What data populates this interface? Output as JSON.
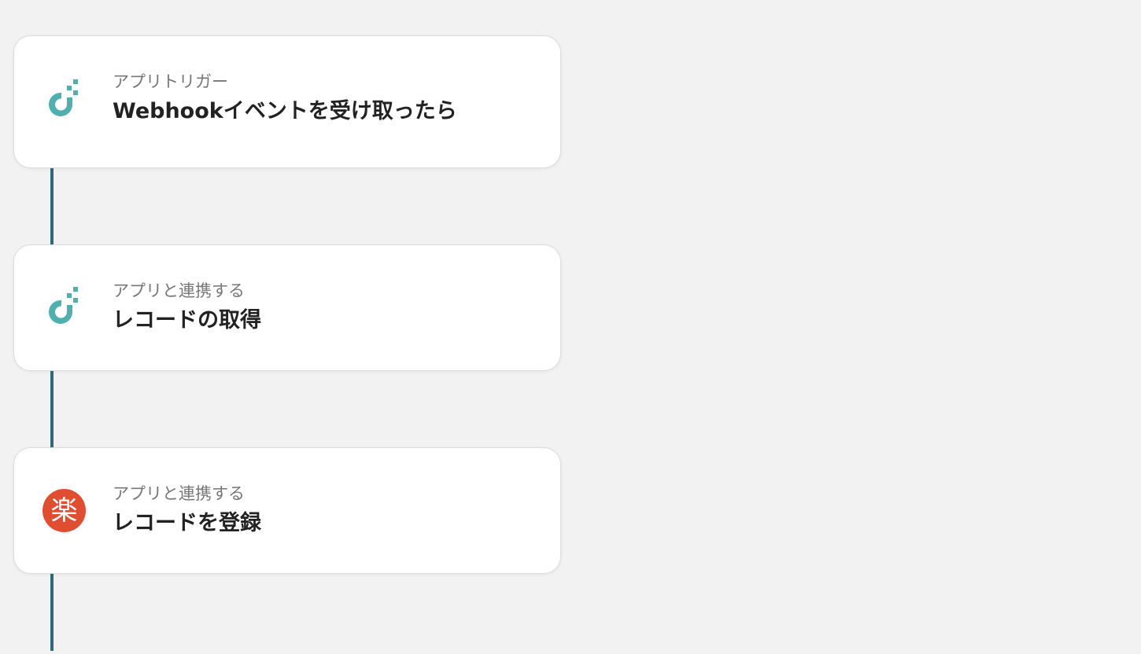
{
  "flow": {
    "steps": [
      {
        "kicker": "アプリトリガー",
        "title": "Webhookイベントを受け取ったら",
        "icon": "yoom-database-icon",
        "icon_color": "#4fb0ad"
      },
      {
        "kicker": "アプリと連携する",
        "title": "レコードの取得",
        "icon": "yoom-database-icon",
        "icon_color": "#4fb0ad"
      },
      {
        "kicker": "アプリと連携する",
        "title": "レコードを登録",
        "icon": "raku-icon",
        "icon_glyph": "楽",
        "icon_color": "#e04e32"
      }
    ],
    "connector_color": "#2f6a78"
  }
}
